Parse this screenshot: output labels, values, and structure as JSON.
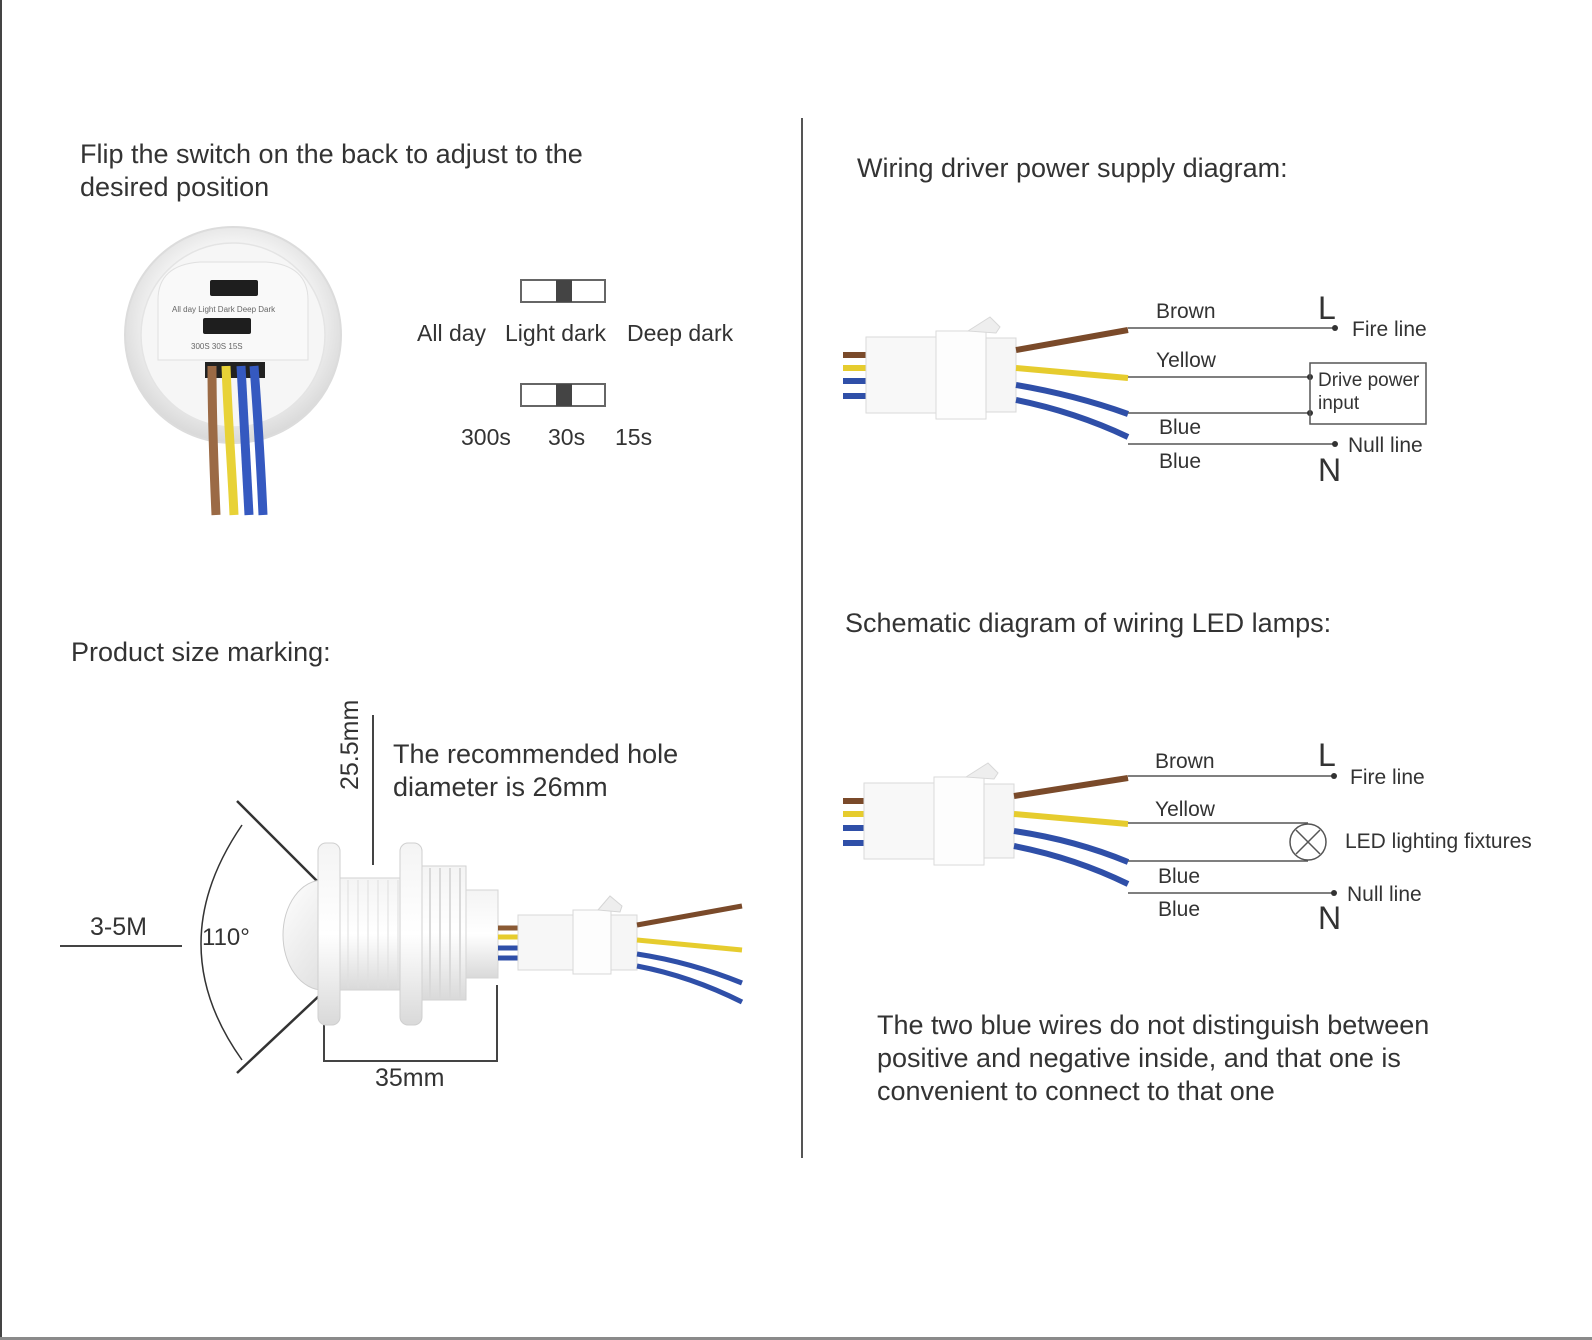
{
  "left_top": {
    "heading_line1": "Flip the switch on the back to adjust to the",
    "heading_line2": "desired position",
    "device_photo": {
      "switch_labels_mode": [
        "All day",
        "Light Dark",
        "Deep Dark"
      ],
      "switch_labels_time": [
        "300S",
        "30S",
        "15S"
      ]
    },
    "mode_switch": {
      "options": [
        "All day",
        "Light dark",
        "Deep dark"
      ],
      "selected": "Light dark"
    },
    "time_switch": {
      "options": [
        "300s",
        "30s",
        "15s"
      ],
      "selected": "30s"
    }
  },
  "left_bottom": {
    "heading": "Product size marking:",
    "height_dim": "25.5mm",
    "hole_note_line1": "The recommended hole",
    "hole_note_line2": "diameter is 26mm",
    "range": "3-5M",
    "angle": "110°",
    "length_dim": "35mm"
  },
  "right_top": {
    "heading": "Wiring driver power supply diagram:",
    "wires": [
      "Brown",
      "Yellow",
      "Blue",
      "Blue"
    ],
    "L_letter": "L",
    "N_letter": "N",
    "fire_line": "Fire line",
    "null_line": "Null line",
    "driver_box_line1": "Drive power",
    "driver_box_line2": "input"
  },
  "right_bottom": {
    "heading": "Schematic diagram of wiring LED lamps:",
    "wires": [
      "Brown",
      "Yellow",
      "Blue",
      "Blue"
    ],
    "L_letter": "L",
    "N_letter": "N",
    "fire_line": "Fire line",
    "null_line": "Null line",
    "lamp_label": "LED lighting fixtures",
    "note_line1": "The two blue wires do not distinguish between",
    "note_line2": "positive and negative inside, and that one is",
    "note_line3": "convenient to connect to that one"
  },
  "colors": {
    "brown_wire": "#7a4a2a",
    "yellow_wire": "#e6cc2e",
    "blue_wire": "#2f4fa8",
    "line": "#555555",
    "text": "#333333"
  }
}
